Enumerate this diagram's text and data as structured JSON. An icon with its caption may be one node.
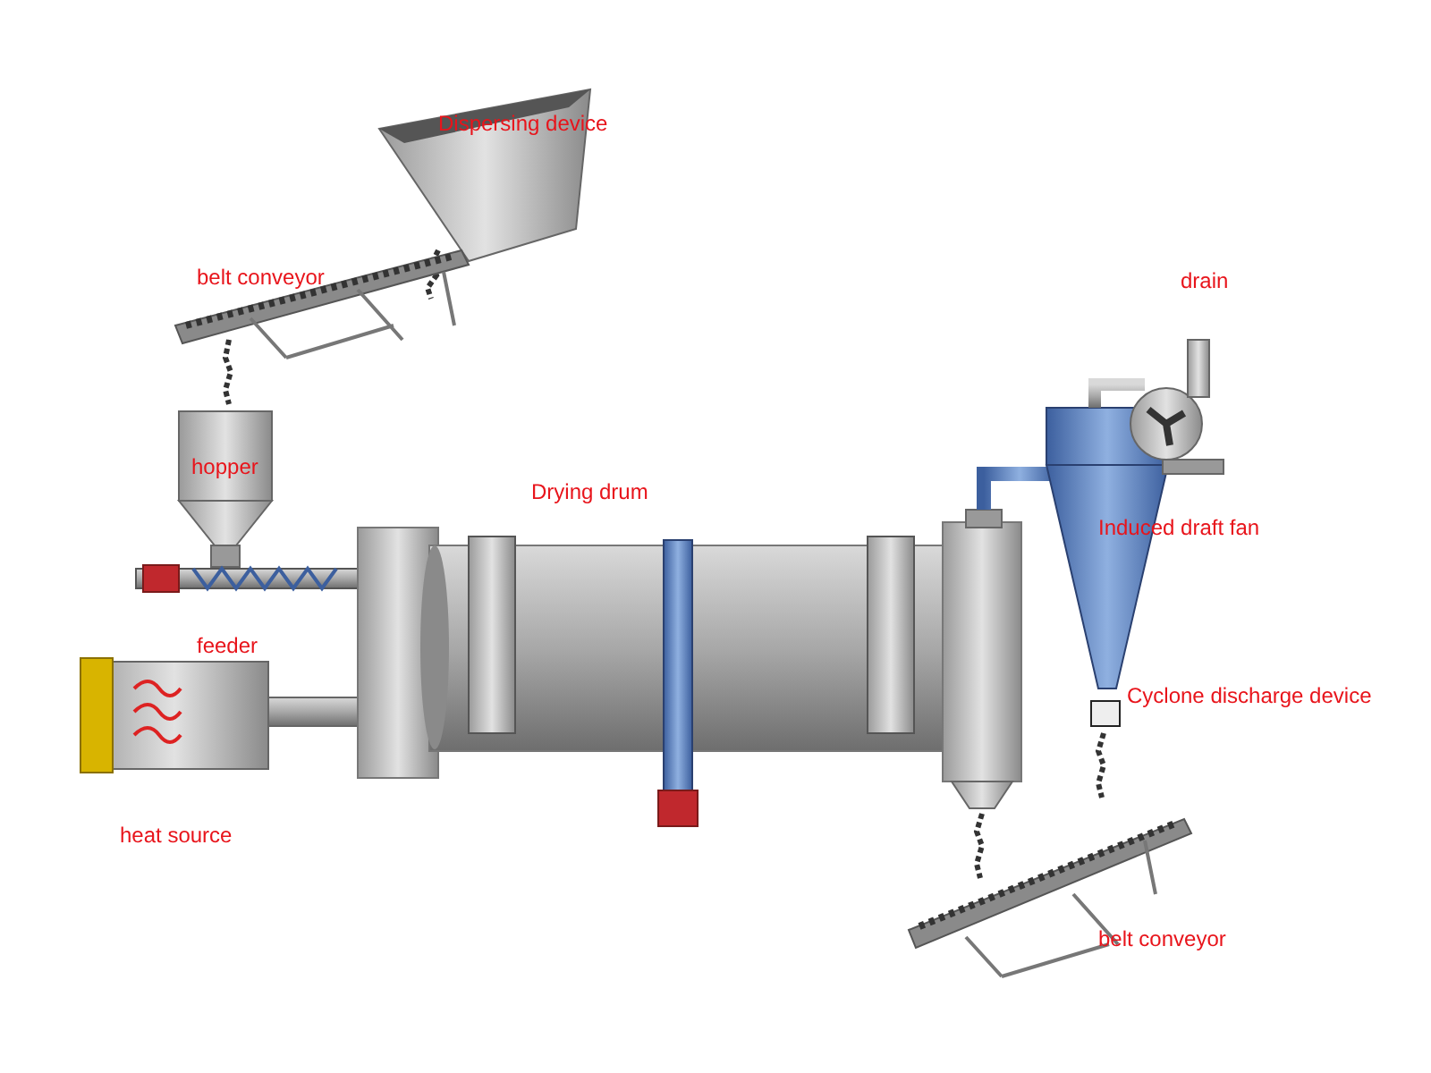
{
  "diagram": {
    "labels": [
      "Dispersing device",
      "belt conveyor",
      "drain",
      "hopper",
      "Drying drum",
      "Induced draft fan",
      "feeder",
      "Cyclone discharge device",
      "heat source",
      "belt conveyor"
    ]
  }
}
